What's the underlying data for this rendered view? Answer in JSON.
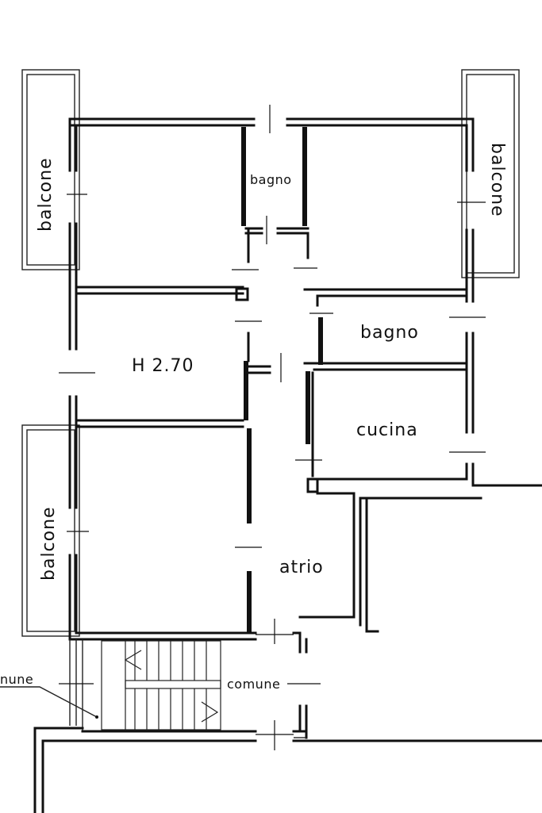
{
  "labels": {
    "balcone_top_left": "balcone",
    "balcone_top_right": "balcone",
    "balcone_bottom_left": "balcone",
    "bagno_small": "bagno",
    "bagno_right": "bagno",
    "height": "H  2.70",
    "cucina": "cucina",
    "atrio": "atrio",
    "comune_stair": "comune",
    "comune_left": "nune"
  },
  "colors": {
    "wall": "#111111",
    "background": "#ffffff"
  }
}
